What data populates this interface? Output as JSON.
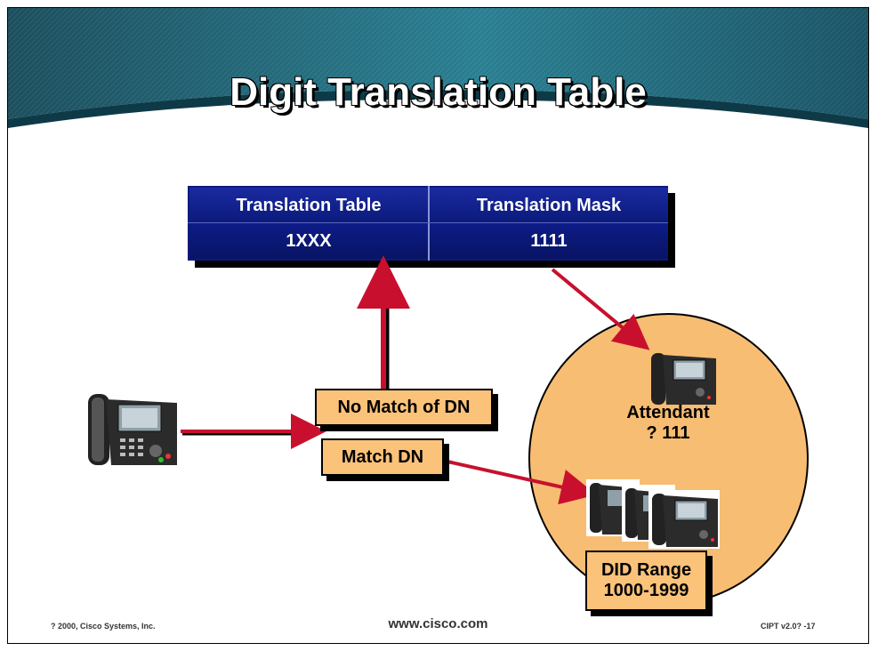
{
  "title": "Digit Translation Table",
  "table": {
    "headers": [
      "Translation Table",
      "Translation Mask"
    ],
    "values": [
      "1XXX",
      "1111"
    ]
  },
  "labels": {
    "no_match": "No Match of DN",
    "match": "Match DN",
    "attendant_line1": "Attendant",
    "attendant_line2": "? 111",
    "did_line1": "DID Range",
    "did_line2": "1000-1999"
  },
  "footer": {
    "left": "? 2000, Cisco Systems, Inc.",
    "center": "www.cisco.com",
    "right": "CIPT v2.0?  -17"
  },
  "icons": [
    "ip-phone-icon",
    "ip-phone-icon",
    "ip-phone-icon"
  ],
  "colors": {
    "table_blue": "#0b1a7a",
    "box_orange": "#fbc27a",
    "circle_orange": "#f7bd72",
    "arrow_red": "#c8102e"
  }
}
